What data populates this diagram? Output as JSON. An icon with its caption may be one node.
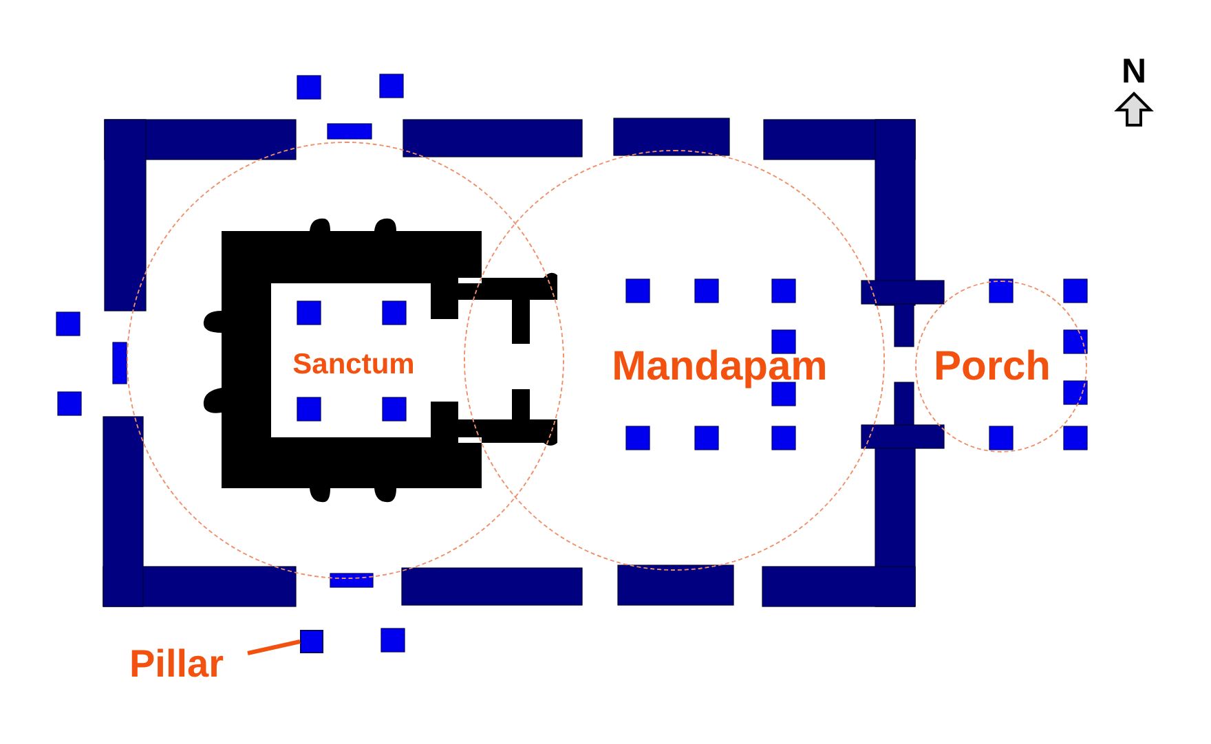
{
  "diagram": {
    "nodes": [
      {
        "text": [
          "Sanctum"
        ]
      },
      {
        "text": [
          "Mandapam"
        ]
      },
      {
        "text": [
          "Porch"
        ]
      },
      {
        "text": [
          "Pillar"
        ]
      },
      {
        "text": [],
        "shape": "box"
      }
    ],
    "edges": [
      {
        "from": 3,
        "to": 4,
        "arrow": "none"
      }
    ],
    "labels": [
      "N"
    ]
  }
}
